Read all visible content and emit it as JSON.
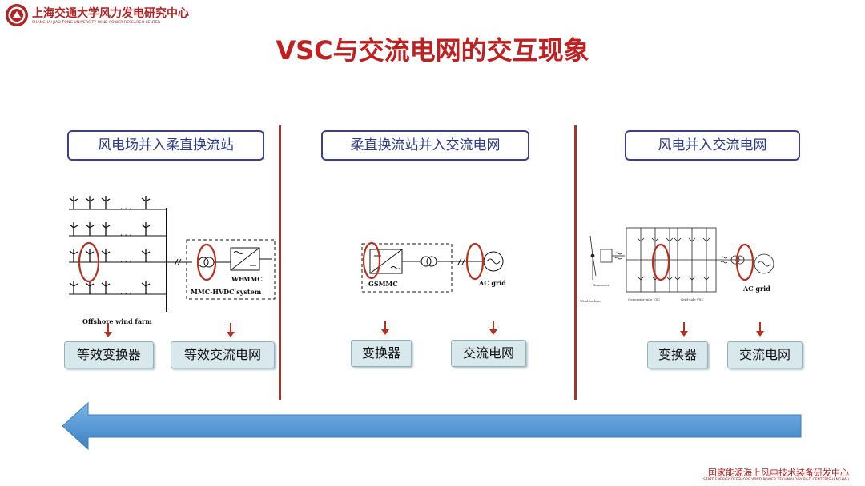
{
  "header": {
    "logo_cn": "上海交通大学风力发电研究中心",
    "logo_en": "SHANGHAI JIAO TONG UNIVERSITY WIND POWER RESEARCH CENTER"
  },
  "title": "VSC与交流电网的交互现象",
  "sections": [
    {
      "title": "风电场并入柔直换流站",
      "labels": {
        "farm": "Offshore wind farm",
        "wfmmc": "WFMMC",
        "system": "MMC-HVDC system"
      },
      "results": [
        "等效变换器",
        "等效交流电网"
      ]
    },
    {
      "title": "柔直换流站并入交流电网",
      "labels": {
        "gsmmc": "GSMMC",
        "grid": "AC grid"
      },
      "results": [
        "变换器",
        "交流电网"
      ]
    },
    {
      "title": "风电并入交流电网",
      "labels": {
        "grid": "AC grid",
        "generator": "Generator",
        "turbine": "Wind turbine",
        "gen_vsc": "Generator-side VSC",
        "grid_vsc": "Grid-side VSC"
      },
      "results": [
        "变换器",
        "交流电网"
      ]
    }
  ],
  "footer": {
    "cn": "国家能源海上风电技术装备研发中心",
    "en": "STATE ENERGY OFFSHORE WIND POWER TECHNOLOGY R&D CENTER(SHANGHAI)"
  },
  "colors": {
    "title_red": "#c0201f",
    "box_blue": "#3b3f93",
    "divider": "#a3362a",
    "ellipse": "#b5301f",
    "arrow_blue": "#5a9ad6",
    "result_fill": "#d8e8ec"
  }
}
